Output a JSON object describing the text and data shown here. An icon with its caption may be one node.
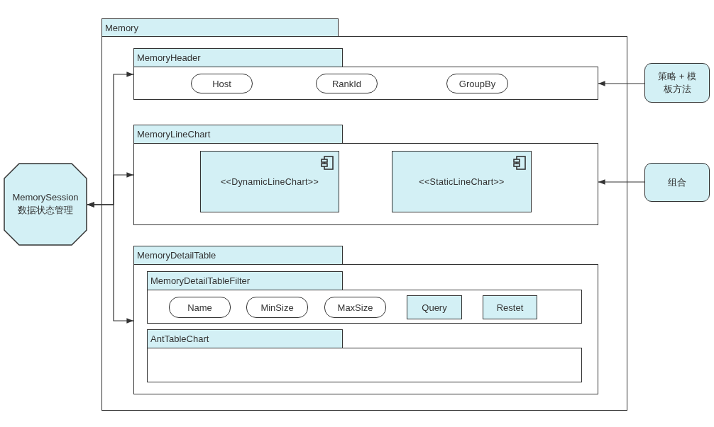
{
  "diagram": {
    "nodes": [
      {
        "text": [
          "Memory"
        ]
      },
      {
        "text": [
          "MemoryHeader"
        ],
        "in": 0
      },
      {
        "text": [
          "Host"
        ],
        "in": 1
      },
      {
        "text": [
          "RankId"
        ],
        "in": 1
      },
      {
        "text": [
          "GroupBy"
        ],
        "in": 1
      },
      {
        "text": [
          "MemoryLineChart"
        ],
        "in": 0
      },
      {
        "text": [
          "<<DynamicLineChart>>"
        ],
        "in": 5
      },
      {
        "text": [
          "<<StaticLineChart>>"
        ],
        "in": 5
      },
      {
        "text": [
          "MemoryDetailTable"
        ],
        "in": 0
      },
      {
        "text": [
          "MemoryDetailTableFilter"
        ],
        "in": 8
      },
      {
        "text": [
          "Name"
        ],
        "in": 9
      },
      {
        "text": [
          "MinSize"
        ],
        "in": 9
      },
      {
        "text": [
          "MaxSize"
        ],
        "in": 9
      },
      {
        "text": [
          "Query"
        ],
        "in": 9
      },
      {
        "text": [
          "Restet"
        ],
        "in": 9
      },
      {
        "text": [
          "AntTableChart"
        ],
        "in": 8
      },
      {
        "text": [
          "MemorySession 数据状态管理"
        ]
      },
      {
        "text": [
          "策略 + 模板方法"
        ]
      },
      {
        "text": [
          "组合"
        ]
      }
    ],
    "edges": [
      {
        "from": 16,
        "to": 1,
        "arrow": "both"
      },
      {
        "from": 16,
        "to": 5,
        "arrow": "both"
      },
      {
        "from": 16,
        "to": 8,
        "arrow": "both"
      },
      {
        "from": 17,
        "to": 1,
        "arrow": "to"
      },
      {
        "from": 18,
        "to": 5,
        "arrow": "to"
      }
    ]
  }
}
